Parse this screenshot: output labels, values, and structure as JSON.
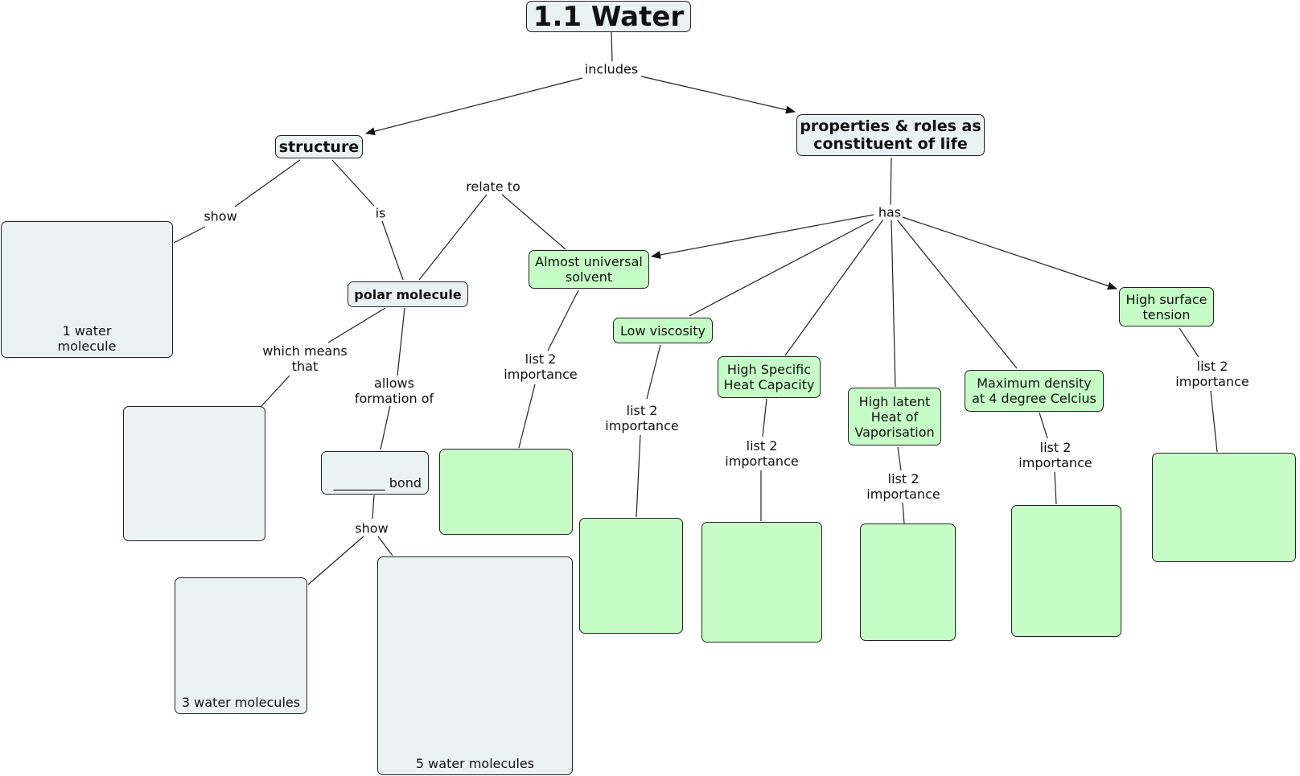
{
  "map": {
    "title": "1.1  Water",
    "colors": {
      "structure_fill": "#ebf2f4",
      "property_fill": "#c6fdc6",
      "stroke": "#222222"
    },
    "concepts": {
      "structure": "structure",
      "properties": "properties & roles as\nconstituent of life",
      "one_water": "1 water\nmolecule",
      "polar": "polar molecule",
      "which_box": "",
      "bond": "________ bond",
      "three_water": "3 water molecules",
      "five_water": "5 water molecules",
      "solvent": "Almost universal\nsolvent",
      "viscosity": "Low viscosity",
      "specific_heat": "High Specific\nHeat Capacity",
      "latent_heat": "High latent\nHeat of\nVaporisation",
      "max_density": "Maximum density\nat 4 degree Celcius",
      "surface_tension": "High surface\ntension"
    },
    "links": {
      "includes": "includes",
      "show1": "show",
      "is": "is",
      "relate": "relate to",
      "has": "has",
      "which": "which means\nthat",
      "allows": "allows\nformation of",
      "show2": "show",
      "imp_solvent": "list 2\nimportance",
      "imp_viscosity": "list 2\nimportance",
      "imp_specific": "list 2\nimportance",
      "imp_latent": "list 2\nimportance",
      "imp_density": "list 2\nimportance",
      "imp_surface": "list 2\nimportance"
    }
  }
}
